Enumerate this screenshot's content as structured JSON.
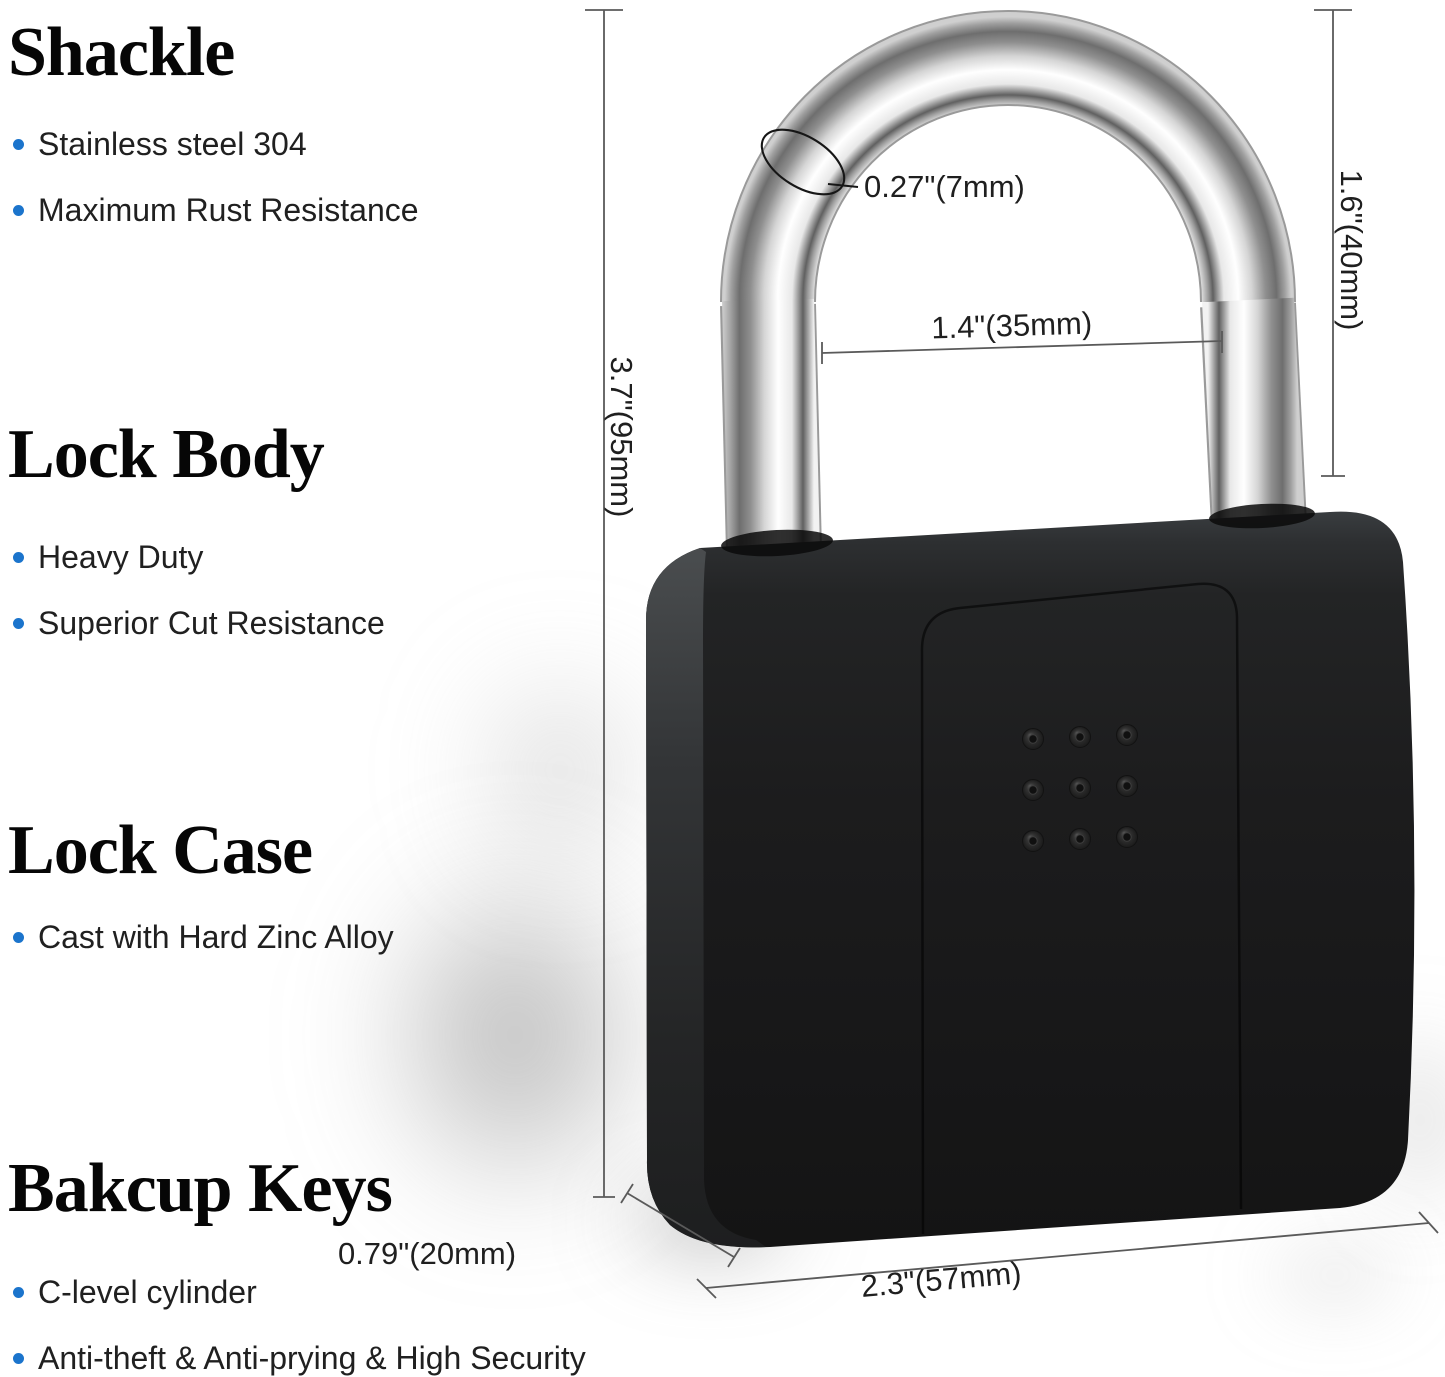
{
  "page": {
    "background": "#ffffff",
    "type": "product-dimension-infographic",
    "product": "smart keypad padlock"
  },
  "sections": [
    {
      "heading": "Shackle",
      "bullets": [
        "Stainless steel 304",
        "Maximum Rust Resistance"
      ]
    },
    {
      "heading": "Lock Body",
      "bullets": [
        "Heavy Duty",
        "Superior Cut Resistance"
      ]
    },
    {
      "heading": "Lock Case",
      "bullets": [
        "Cast with Hard Zinc Alloy"
      ]
    },
    {
      "heading": "Bakcup Keys",
      "bullets": [
        "C-level cylinder",
        "Anti-theft & Anti-prying & High Security"
      ]
    }
  ],
  "dimensions": {
    "shackle_diameter": "0.27\"(7mm)",
    "inner_width": "1.4\"(35mm)",
    "shackle_height": "1.6\"(40mm)",
    "total_height": "3.7\"(95mm)",
    "depth": "0.79\"(20mm)",
    "body_width": "2.3\"(57mm)"
  },
  "colors": {
    "bullet": "#1b74cc",
    "dimline": "#5a5a5a",
    "ink": "#1f1f1f",
    "body": "#1c1c1d",
    "shackle": "#e9e9e9"
  }
}
